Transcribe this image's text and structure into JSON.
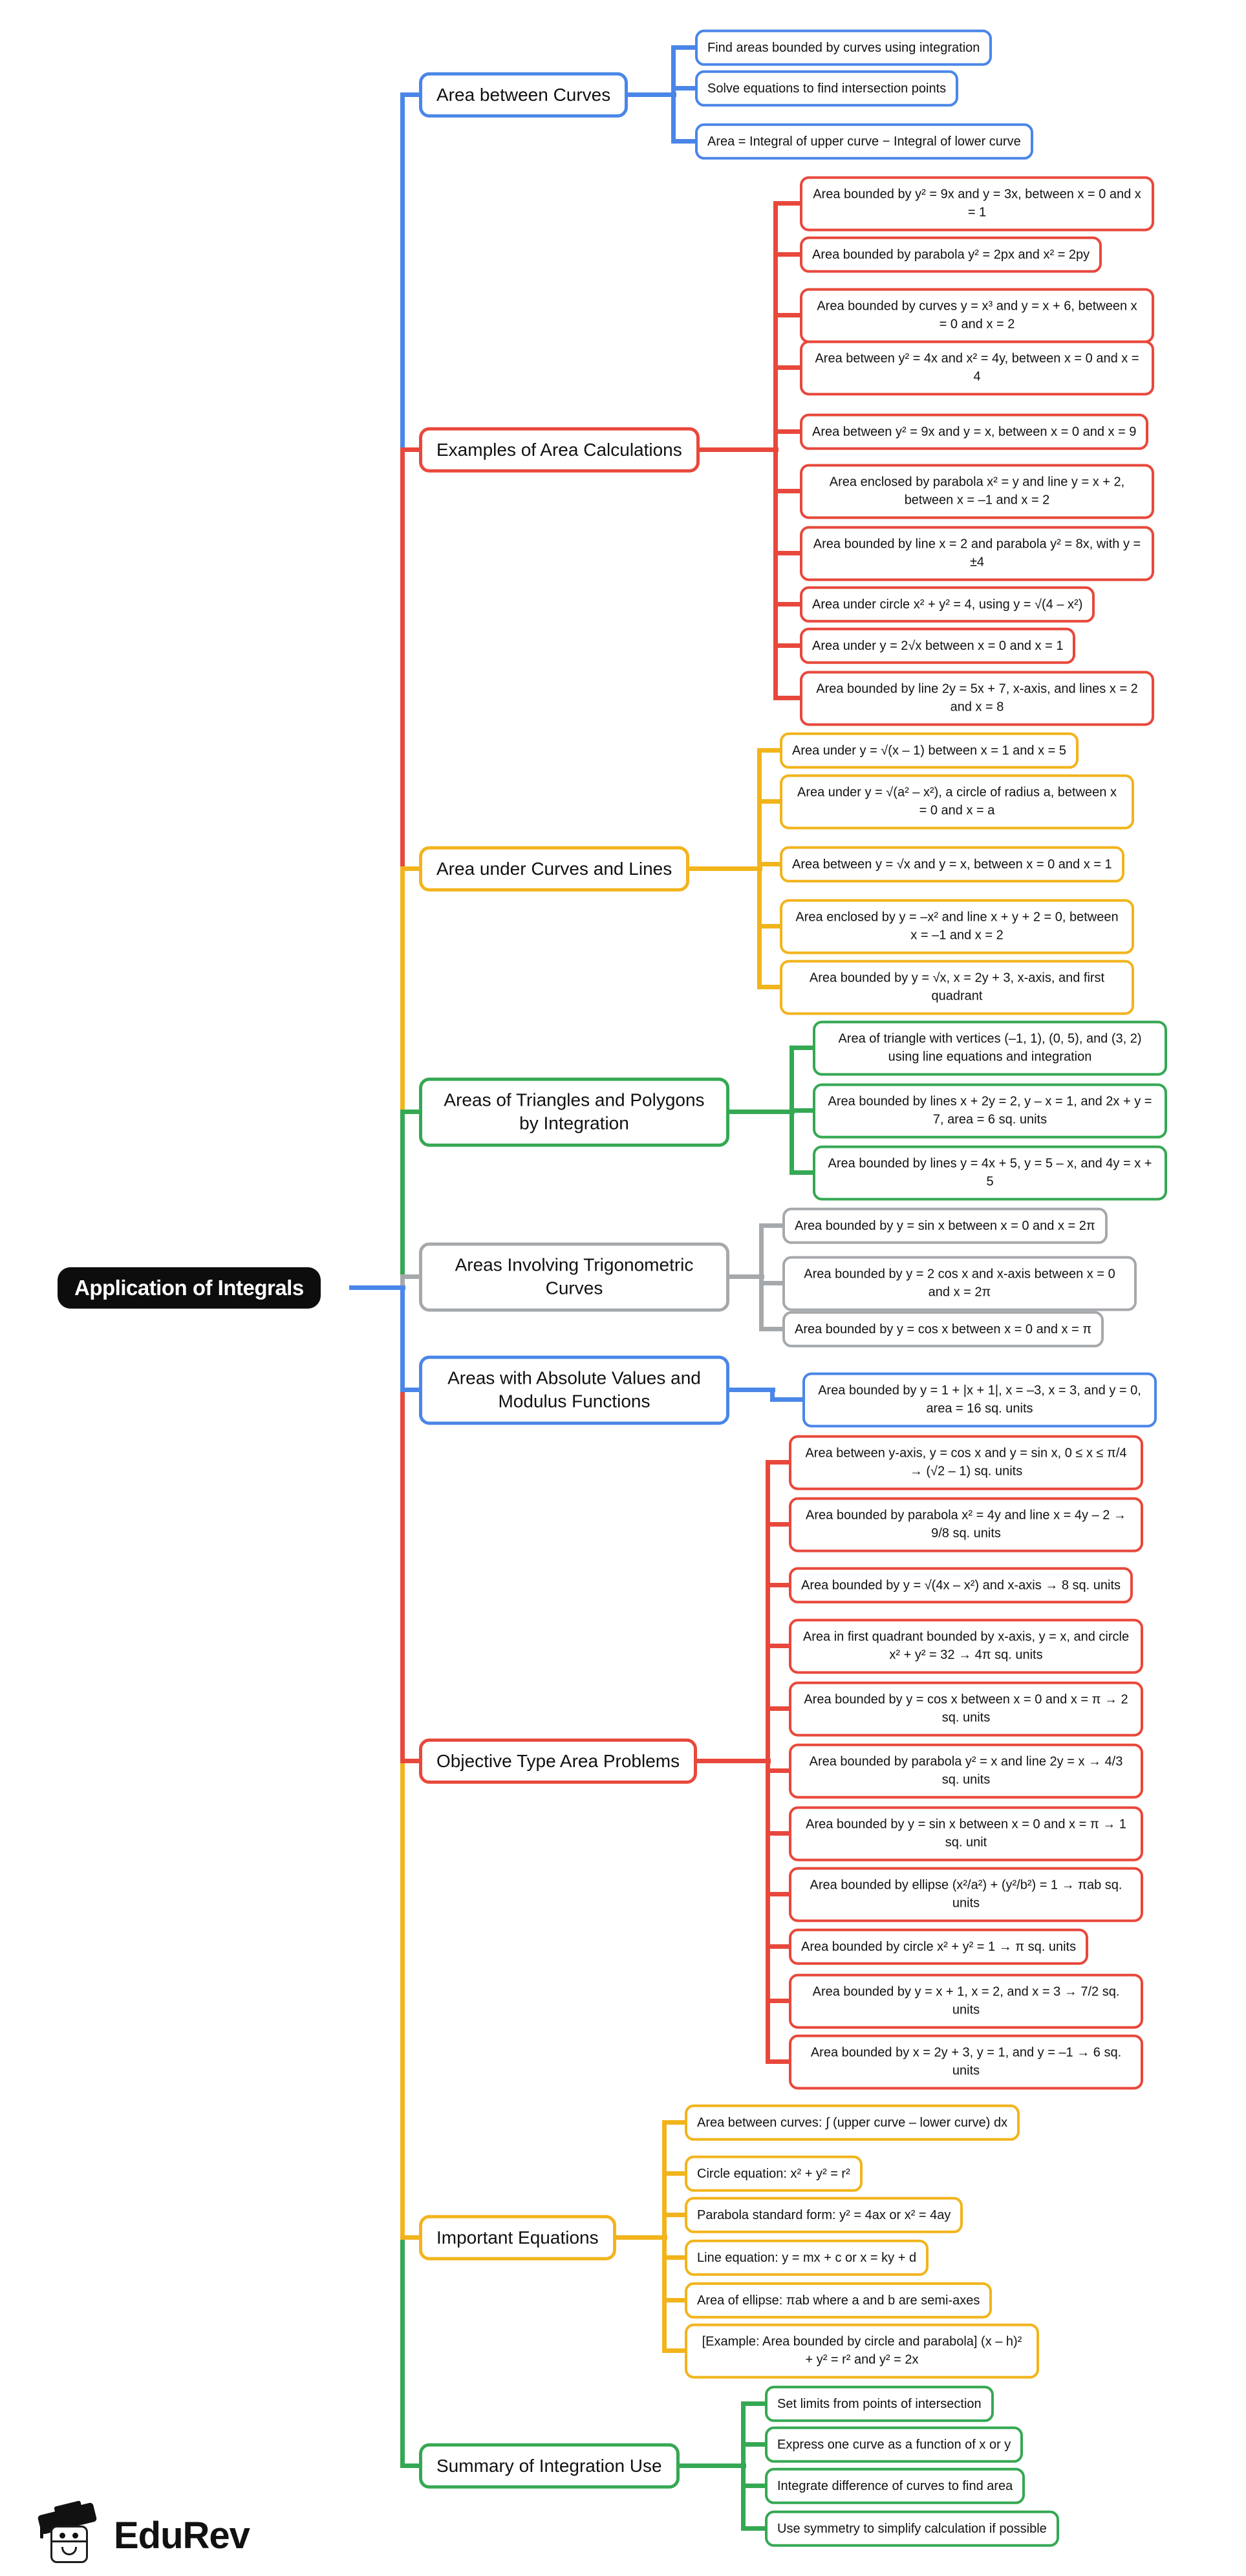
{
  "root": {
    "label": "Application of Integrals",
    "bg_color": "#0d0d0d",
    "text_color": "#ffffff"
  },
  "branches": [
    {
      "label": "Area between Curves",
      "color": "#4a86e8",
      "leaves": [
        "Find areas bounded by curves using integration",
        "Solve equations to find intersection points",
        "Area = Integral of upper curve − Integral of lower curve"
      ]
    },
    {
      "label": "Examples of Area Calculations",
      "color": "#e8483b",
      "leaves": [
        "Area bounded by y² = 9x and y = 3x, between x = 0 and x = 1",
        "Area bounded by parabola y² = 2px and x² = 2py",
        "Area bounded by curves y = x³ and y = x + 6, between x = 0 and x = 2",
        "Area between y² = 4x and x² = 4y, between x = 0 and x = 4",
        "Area between y² = 9x and y = x, between x = 0 and x = 9",
        "Area enclosed by parabola x² = y and line y = x + 2, between x = –1 and x = 2",
        "Area bounded by line x = 2 and parabola y² = 8x, with y = ±4",
        "Area under circle x² + y² = 4, using y = √(4 – x²)",
        "Area under y = 2√x between x = 0 and x = 1",
        "Area bounded by line 2y = 5x + 7, x-axis, and lines x = 2 and x = 8"
      ]
    },
    {
      "label": "Area under Curves and Lines",
      "color": "#f2b41c",
      "leaves": [
        "Area under y = √(x – 1) between x = 1 and x = 5",
        "Area under y = √(a² – x²), a circle of radius a, between x = 0 and x = a",
        "Area between y = √x and y = x, between x = 0 and x = 1",
        "Area enclosed by y = –x² and line x + y + 2 = 0, between x = –1 and x = 2",
        "Area bounded by y = √x, x = 2y + 3, x-axis, and first quadrant"
      ]
    },
    {
      "label": "Areas of Triangles and Polygons by Integration",
      "color": "#35a853",
      "leaves": [
        "Area of triangle with vertices (–1, 1), (0, 5), and (3, 2) using line equations and integration",
        "Area bounded by lines x + 2y = 2, y – x = 1, and 2x + y = 7, area = 6 sq. units",
        "Area bounded by lines y = 4x + 5, y = 5 – x, and 4y = x + 5"
      ]
    },
    {
      "label": "Areas Involving Trigonometric Curves",
      "color": "#a6a9ac",
      "leaves": [
        "Area bounded by y = sin x between x = 0 and x = 2π",
        "Area bounded by y = 2 cos x and x-axis between x = 0 and x = 2π",
        "Area bounded by y = cos x between x = 0 and x = π"
      ]
    },
    {
      "label": "Areas with Absolute Values and Modulus Functions",
      "color": "#4a86e8",
      "leaves": [
        "Area bounded by y = 1 + |x + 1|, x = –3, x = 3, and y = 0, area = 16 sq. units"
      ]
    },
    {
      "label": "Objective Type Area Problems",
      "color": "#e8483b",
      "leaves": [
        "Area between y-axis, y = cos x and y = sin x, 0 ≤ x ≤ π/4 → (√2 – 1) sq. units",
        "Area bounded by parabola x² = 4y and line x = 4y – 2 → 9/8 sq. units",
        "Area bounded by y = √(4x – x²) and x-axis → 8 sq. units",
        "Area in first quadrant bounded by x-axis, y = x, and circle x² + y² = 32 → 4π sq. units",
        "Area bounded by y = cos x between x = 0 and x = π → 2 sq. units",
        "Area bounded by parabola y² = x and line 2y = x → 4/3 sq. units",
        "Area bounded by y = sin x between x = 0 and x = π → 1 sq. unit",
        "Area bounded by ellipse (x²/a²) + (y²/b²) = 1 → πab sq. units",
        "Area bounded by circle x² + y² = 1 → π sq. units",
        "Area bounded by y = x + 1, x = 2, and x = 3 → 7/2 sq. units",
        "Area bounded by x = 2y + 3, y = 1, and y = –1 → 6 sq. units"
      ]
    },
    {
      "label": "Important Equations",
      "color": "#f2b41c",
      "leaves": [
        "Area between curves: ∫ (upper curve – lower curve) dx",
        "Circle equation: x² + y² = r²",
        "Parabola standard form: y² = 4ax or x² = 4ay",
        "Line equation: y = mx + c or x = ky + d",
        "Area of ellipse: πab where a and b are semi-axes",
        "[Example: Area bounded by circle and parabola] (x – h)² + y² = r² and y² = 2x"
      ]
    },
    {
      "label": "Summary of Integration Use",
      "color": "#35a853",
      "leaves": [
        "Set limits from points of intersection",
        "Express one curve as a function of x or y",
        "Integrate difference of curves to find area",
        "Use symmetry to simplify calculation if possible"
      ]
    }
  ],
  "logo": {
    "text": "EduRev"
  }
}
